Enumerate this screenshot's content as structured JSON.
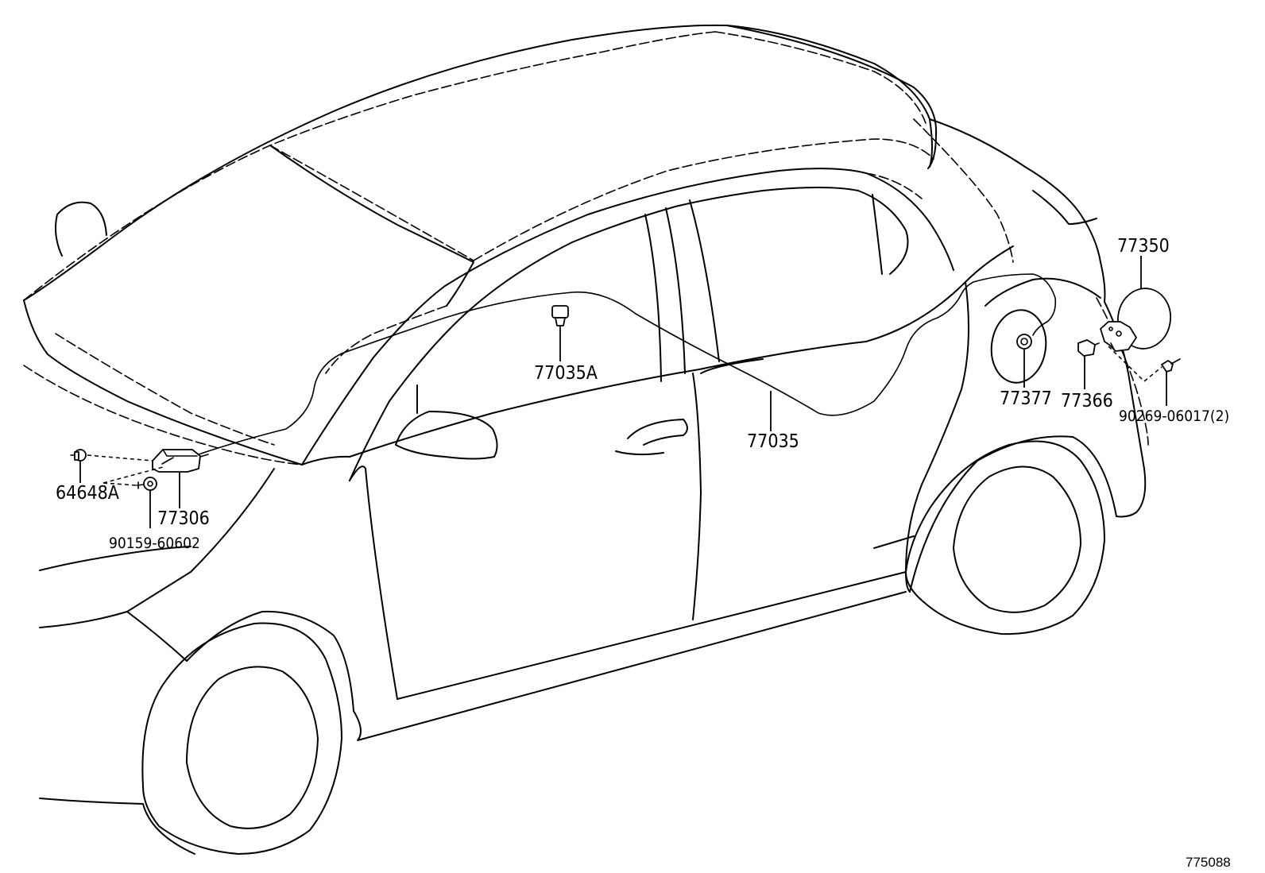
{
  "labels": {
    "p77350": "77350",
    "p77035A": "77035A",
    "p77035": "77035",
    "p77377": "77377",
    "p77366": "77366",
    "p90269": "90269-06017(2)",
    "p64648A": "64648A",
    "p77306": "77306",
    "p90159": "90159-60602",
    "ref": "775088"
  }
}
